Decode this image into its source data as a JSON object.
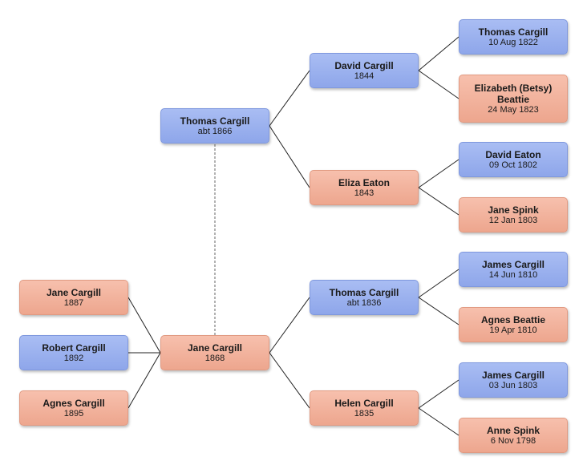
{
  "colors": {
    "male": "#9cb1ef",
    "female": "#f2b39c",
    "line": "#222222",
    "spouse_line": "#666666"
  },
  "people": {
    "child_jane": {
      "name": "Jane Cargill",
      "date": "1887",
      "gender": "female"
    },
    "child_robert": {
      "name": "Robert Cargill",
      "date": "1892",
      "gender": "male"
    },
    "child_agnes": {
      "name": "Agnes Cargill",
      "date": "1895",
      "gender": "female"
    },
    "root_jane": {
      "name": "Jane Cargill",
      "date": "1868",
      "gender": "female"
    },
    "spouse_thomas": {
      "name": "Thomas Cargill",
      "date": "abt 1866",
      "gender": "male"
    },
    "sp_father_david": {
      "name": "David Cargill",
      "date": "1844",
      "gender": "male"
    },
    "sp_mother_eliza": {
      "name": "Eliza Eaton",
      "date": "1843",
      "gender": "female"
    },
    "father_thomas": {
      "name": "Thomas Cargill",
      "date": "abt 1836",
      "gender": "male"
    },
    "mother_helen": {
      "name": "Helen Cargill",
      "date": "1835",
      "gender": "female"
    },
    "gp_thomas": {
      "name": "Thomas Cargill",
      "date": "10 Aug 1822",
      "gender": "male"
    },
    "gp_elizabeth": {
      "name": "Elizabeth (Betsy) Beattie",
      "date": "24 May 1823",
      "gender": "female"
    },
    "gp_david_eaton": {
      "name": "David Eaton",
      "date": "09 Oct 1802",
      "gender": "male"
    },
    "gp_jane_spink": {
      "name": "Jane Spink",
      "date": "12 Jan 1803",
      "gender": "female"
    },
    "gp_james_1810": {
      "name": "James Cargill",
      "date": "14 Jun 1810",
      "gender": "male"
    },
    "gp_agnes_beattie": {
      "name": "Agnes Beattie",
      "date": "19 Apr 1810",
      "gender": "female"
    },
    "gp_james_1803": {
      "name": "James Cargill",
      "date": "03 Jun 1803",
      "gender": "male"
    },
    "gp_anne_spink": {
      "name": "Anne Spink",
      "date": "6 Nov 1798",
      "gender": "female"
    }
  }
}
